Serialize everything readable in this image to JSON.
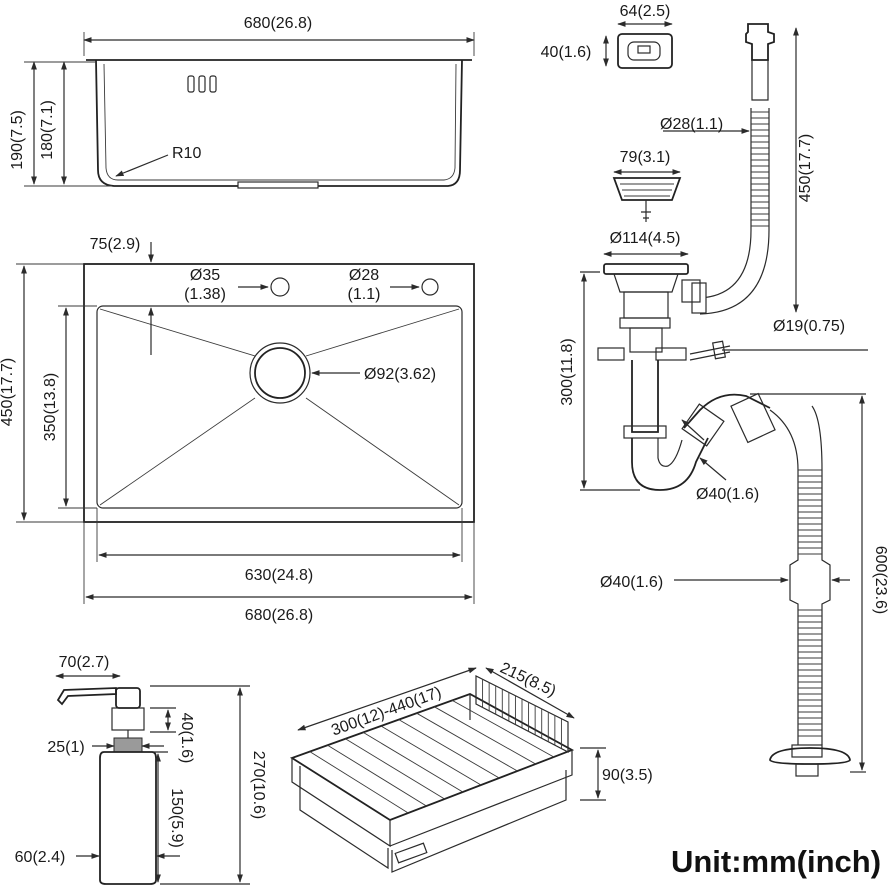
{
  "sink_side_view": {
    "width_top": "680(26.8)",
    "height_outer": "190(7.5)",
    "height_inner": "180(7.1)",
    "corner_radius": "R10"
  },
  "sink_top_view": {
    "offset_top": "75(2.9)",
    "hole_large_dia": "Ø35",
    "hole_large_inch": "(1.38)",
    "hole_small_dia": "Ø28",
    "hole_small_inch": "(1.1)",
    "drain_dia": "Ø92(3.62)",
    "depth_outer": "450(17.7)",
    "depth_inner": "350(13.8)",
    "width_inner": "630(24.8)",
    "width_outer": "680(26.8)"
  },
  "strainer": {
    "overflow_width": "64(2.5)",
    "overflow_height": "40(1.6)",
    "hose_dia": "Ø28(1.1)",
    "basket_dia": "79(3.1)",
    "flange_dia": "Ø114(4.5)",
    "hose_length": "450(17.7)",
    "branch_dia": "Ø19(0.75)",
    "trap_height": "300(11.8)",
    "pipe_dia_upper": "Ø40(1.6)",
    "pipe_dia_lower": "Ø40(1.6)",
    "drain_hose_length": "600(23.6)"
  },
  "soap_dispenser": {
    "spout_length": "70(2.7)",
    "head_height": "40(1.6)",
    "total_height": "270(10.6)",
    "thread_dia": "25(1)",
    "bottle_height": "150(5.9)",
    "bottle_dia": "60(2.4)"
  },
  "drain_basket": {
    "length": "300(12)-440(17)",
    "width": "215(8.5)",
    "height": "90(3.5)"
  },
  "unit_note": "Unit:mm(inch)"
}
